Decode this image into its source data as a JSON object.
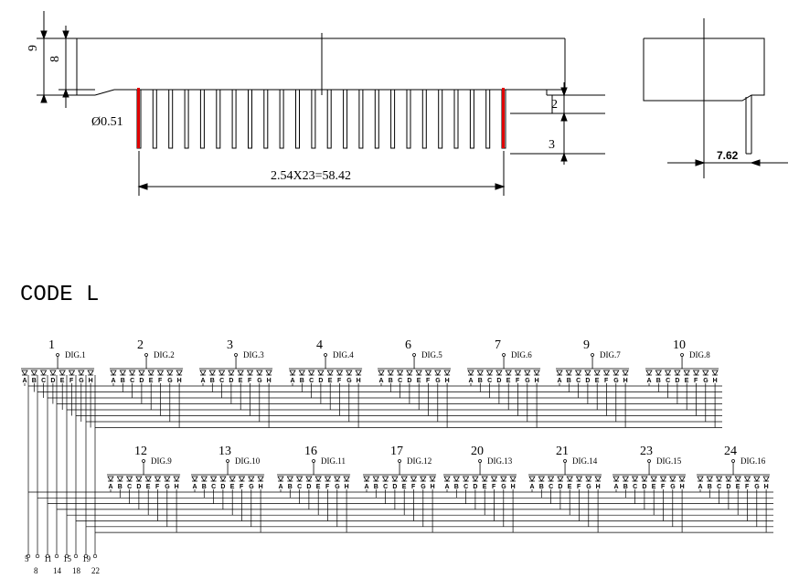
{
  "mechanical": {
    "dim_height_outer": "9",
    "dim_height_inner": "8",
    "dim_pin_diameter": "Ø0.51",
    "dim_pitch": "2.54X23=58.42",
    "dim_standoff": "2",
    "dim_pin_length": "3",
    "dim_row_spacing": "7.62"
  },
  "schematic": {
    "code_label": "CODE  L",
    "segments": [
      "A",
      "B",
      "C",
      "D",
      "E",
      "F",
      "G",
      "H"
    ],
    "top_row": [
      {
        "pin": "1",
        "dig": "DIG.1"
      },
      {
        "pin": "2",
        "dig": "DIG.2"
      },
      {
        "pin": "3",
        "dig": "DIG.3"
      },
      {
        "pin": "4",
        "dig": "DIG.4"
      },
      {
        "pin": "6",
        "dig": "DIG.5"
      },
      {
        "pin": "7",
        "dig": "DIG.6"
      },
      {
        "pin": "9",
        "dig": "DIG.7"
      },
      {
        "pin": "10",
        "dig": "DIG.8"
      }
    ],
    "bottom_row": [
      {
        "pin": "12",
        "dig": "DIG.9"
      },
      {
        "pin": "13",
        "dig": "DIG.10"
      },
      {
        "pin": "16",
        "dig": "DIG.11"
      },
      {
        "pin": "17",
        "dig": "DIG.12"
      },
      {
        "pin": "20",
        "dig": "DIG.13"
      },
      {
        "pin": "21",
        "dig": "DIG.14"
      },
      {
        "pin": "23",
        "dig": "DIG.15"
      },
      {
        "pin": "24",
        "dig": "DIG.16"
      }
    ],
    "segment_pins_upper": [
      "5",
      "11",
      "15",
      "19"
    ],
    "segment_pins_lower": [
      "8",
      "14",
      "18",
      "22"
    ]
  }
}
